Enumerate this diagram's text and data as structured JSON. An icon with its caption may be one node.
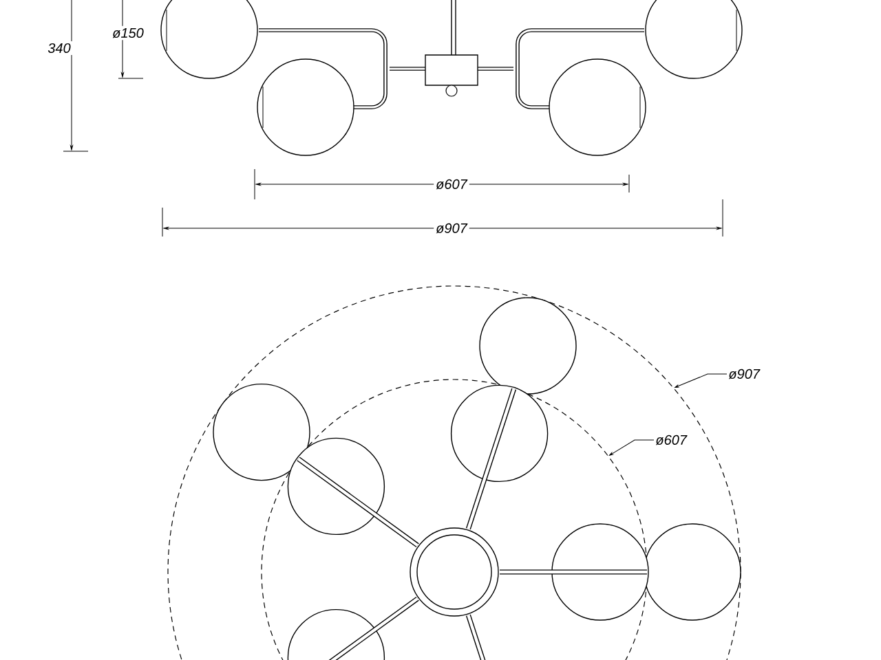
{
  "diagram": {
    "nodes": [
      {
        "text": [
          "ø907"
        ]
      },
      {
        "text": [],
        "shape": "circle"
      },
      {
        "text": [
          "ø607"
        ],
        "in": 1
      },
      {
        "text": [],
        "shape": "circle",
        "in": 1
      }
    ],
    "edges": [
      {
        "from": 0,
        "to": 1,
        "arrow": "to"
      },
      {
        "from": 2,
        "to": 3,
        "arrow": "to"
      }
    ],
    "labels": [
      "340",
      "ø150",
      "ø607",
      "ø907"
    ]
  }
}
